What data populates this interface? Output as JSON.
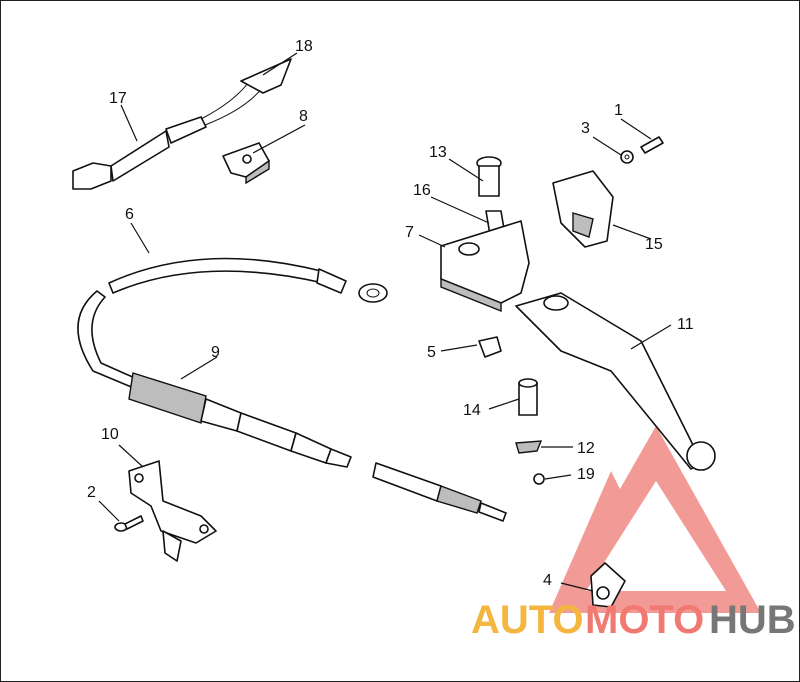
{
  "callouts": {
    "c1": "1",
    "c2": "2",
    "c3": "3",
    "c4": "4",
    "c5": "5",
    "c6": "6",
    "c7": "7",
    "c8": "8",
    "c9": "9",
    "c10": "10",
    "c11": "11",
    "c12": "12",
    "c13": "13",
    "c14": "14",
    "c15": "15",
    "c16": "16",
    "c17": "17",
    "c18": "18",
    "c19": "19"
  },
  "watermark": {
    "part1": "AUTO",
    "part2": "MOTO",
    "part3": "HUB",
    "color_auto": "#f4b63f",
    "color_moto": "#f07a72",
    "color_hub": "#777777",
    "triangle_color": "#f08a84"
  }
}
